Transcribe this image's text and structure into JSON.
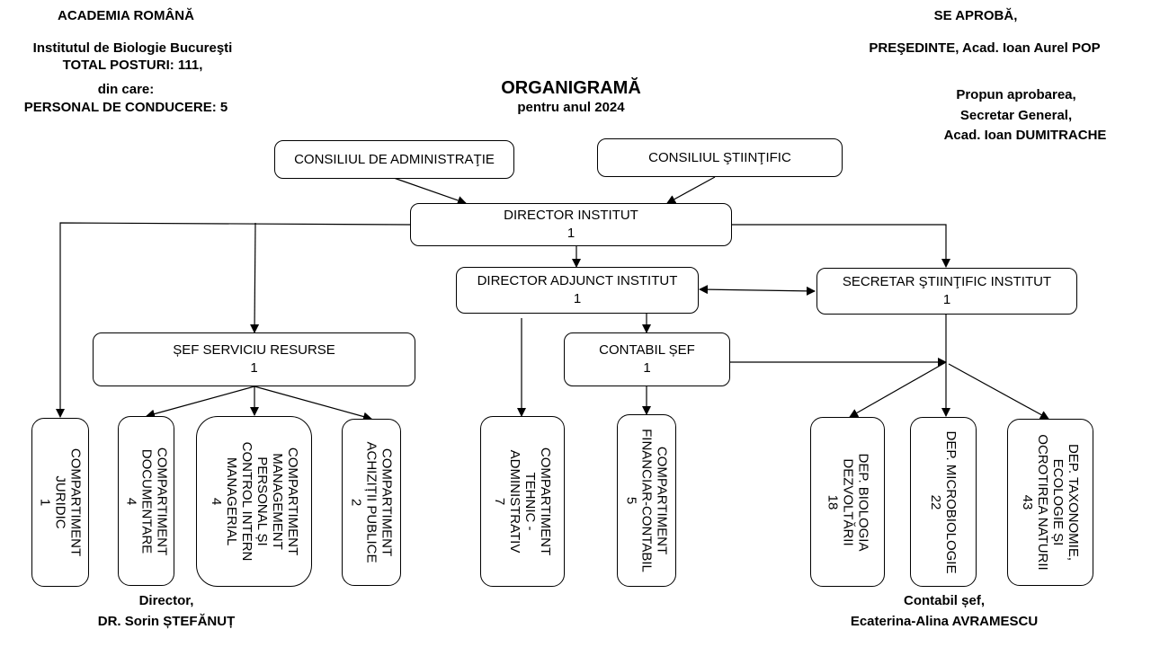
{
  "header_left": {
    "academy": "ACADEMIA ROMÂNĂ",
    "institute": "Institutul de Biologie Bucureşti",
    "total_posts": "TOTAL POSTURI: 111,",
    "of_which": "din care:",
    "management_staff": "PERSONAL DE CONDUCERE: 5"
  },
  "header_right": {
    "approved": "SE APROBĂ,",
    "president": "PREŞEDINTE, Acad. Ioan Aurel POP",
    "propose": "Propun aprobarea,",
    "secretary_title": "Secretar General,",
    "secretary_name": "Acad. Ioan DUMITRACHE"
  },
  "title": {
    "main": "ORGANIGRAMĂ",
    "sub": "pentru anul 2024"
  },
  "boxes": {
    "admin_council": {
      "name": "CONSILIUL DE ADMINISTRAŢIE"
    },
    "scientific_council": {
      "name": "CONSILIUL ŞTIINŢIFIC"
    },
    "director": {
      "name": "DIRECTOR INSTITUT",
      "count": "1"
    },
    "deputy_director": {
      "name": "DIRECTOR ADJUNCT INSTITUT",
      "count": "1"
    },
    "scientific_secretary": {
      "name": "SECRETAR ŞTIINŢIFIC INSTITUT",
      "count": "1"
    },
    "resources_head": {
      "name": "ȘEF SERVICIU RESURSE",
      "count": "1"
    },
    "chief_accountant": {
      "name": "CONTABIL ȘEF",
      "count": "1"
    }
  },
  "departments": [
    {
      "lines": [
        "COMPARTIMENT",
        "JURIDIC"
      ],
      "count": "1"
    },
    {
      "lines": [
        "COMPARTIMENT",
        "DOCUMENTARE"
      ],
      "count": "4"
    },
    {
      "lines": [
        "COMPARTIMENT",
        "MANAGEMENT",
        "PERSONAL ȘI",
        "CONTROL INTERN",
        "MANAGERIAL"
      ],
      "count": "4"
    },
    {
      "lines": [
        "COMPARTIMENT",
        "ACHIZIȚII PUBLICE"
      ],
      "count": "2"
    },
    {
      "lines": [
        "COMPARTIMENT",
        "TEHNIC -",
        "ADMINISTRATIV"
      ],
      "count": "7"
    },
    {
      "lines": [
        "COMPARTIMENT",
        "FINANCIAR-CONTABIL"
      ],
      "count": "5"
    },
    {
      "lines": [
        "DEP. BIOLOGIA",
        "DEZVOLTĂRII"
      ],
      "count": "18"
    },
    {
      "lines": [
        "DEP. MICROBIOLOGIE"
      ],
      "count": "22"
    },
    {
      "lines": [
        "DEP. TAXONOMIE,",
        "ECOLOGIE ȘI",
        "OCROTIREA NATURII"
      ],
      "count": "43"
    }
  ],
  "signatures": {
    "director_title": "Director,",
    "director_name": "DR. Sorin ȘTEFĂNUȚ",
    "accountant_title": "Contabil șef,",
    "accountant_name": "Ecaterina-Alina AVRAMESCU"
  },
  "colors": {
    "line": "#000000",
    "background": "#ffffff"
  }
}
